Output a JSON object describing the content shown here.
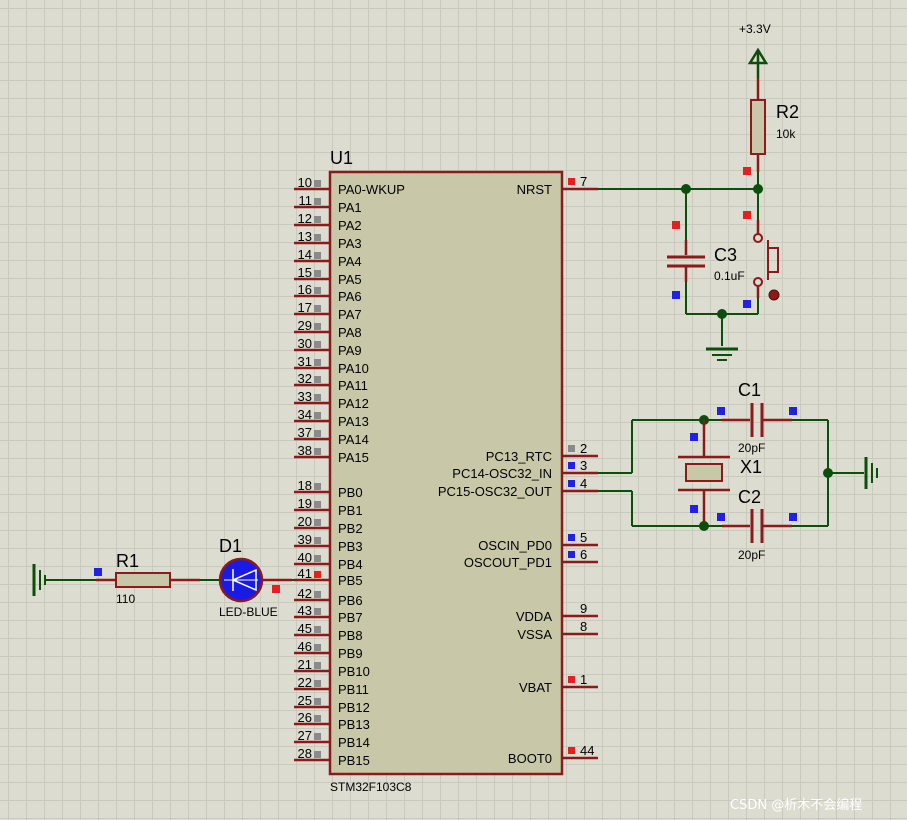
{
  "colors": {
    "background": "#dcdcd0",
    "wire": "#0b4f0b",
    "part_outline": "#8b1a1a",
    "chip_body": "#c8c8a8",
    "led_fill": "#1a1ae6",
    "marker_red": "#e62020",
    "marker_blue": "#2020e6",
    "marker_gray": "#8a8a8a"
  },
  "u1": {
    "ref": "U1",
    "part": "STM32F103C8",
    "left_pins": [
      {
        "num": "10",
        "name": "PA0-WKUP"
      },
      {
        "num": "11",
        "name": "PA1"
      },
      {
        "num": "12",
        "name": "PA2"
      },
      {
        "num": "13",
        "name": "PA3"
      },
      {
        "num": "14",
        "name": "PA4"
      },
      {
        "num": "15",
        "name": "PA5"
      },
      {
        "num": "16",
        "name": "PA6"
      },
      {
        "num": "17",
        "name": "PA7"
      },
      {
        "num": "29",
        "name": "PA8"
      },
      {
        "num": "30",
        "name": "PA9"
      },
      {
        "num": "31",
        "name": "PA10"
      },
      {
        "num": "32",
        "name": "PA11"
      },
      {
        "num": "33",
        "name": "PA12"
      },
      {
        "num": "34",
        "name": "PA13"
      },
      {
        "num": "37",
        "name": "PA14"
      },
      {
        "num": "38",
        "name": "PA15"
      },
      {
        "num": "18",
        "name": "PB0"
      },
      {
        "num": "19",
        "name": "PB1"
      },
      {
        "num": "20",
        "name": "PB2"
      },
      {
        "num": "39",
        "name": "PB3"
      },
      {
        "num": "40",
        "name": "PB4"
      },
      {
        "num": "41",
        "name": "PB5"
      },
      {
        "num": "42",
        "name": "PB6"
      },
      {
        "num": "43",
        "name": "PB7"
      },
      {
        "num": "45",
        "name": "PB8"
      },
      {
        "num": "46",
        "name": "PB9"
      },
      {
        "num": "21",
        "name": "PB10"
      },
      {
        "num": "22",
        "name": "PB11"
      },
      {
        "num": "25",
        "name": "PB12"
      },
      {
        "num": "26",
        "name": "PB13"
      },
      {
        "num": "27",
        "name": "PB14"
      },
      {
        "num": "28",
        "name": "PB15"
      }
    ],
    "right_pins": [
      {
        "num": "7",
        "name": "NRST"
      },
      {
        "num": "2",
        "name": "PC13_RTC"
      },
      {
        "num": "3",
        "name": "PC14-OSC32_IN"
      },
      {
        "num": "4",
        "name": "PC15-OSC32_OUT"
      },
      {
        "num": "5",
        "name": "OSCIN_PD0"
      },
      {
        "num": "6",
        "name": "OSCOUT_PD1"
      },
      {
        "num": "9",
        "name": "VDDA"
      },
      {
        "num": "8",
        "name": "VSSA"
      },
      {
        "num": "1",
        "name": "VBAT"
      },
      {
        "num": "44",
        "name": "BOOT0"
      }
    ]
  },
  "r1": {
    "ref": "R1",
    "value": "110"
  },
  "d1": {
    "ref": "D1",
    "value": "LED-BLUE"
  },
  "r2": {
    "ref": "R2",
    "value": "10k"
  },
  "c3": {
    "ref": "C3",
    "value": "0.1uF"
  },
  "c1": {
    "ref": "C1",
    "value": "20pF"
  },
  "c2": {
    "ref": "C2",
    "value": "20pF"
  },
  "x1": {
    "ref": "X1"
  },
  "power": {
    "label": "+3.3V"
  },
  "watermark": "CSDN @析木不会编程"
}
